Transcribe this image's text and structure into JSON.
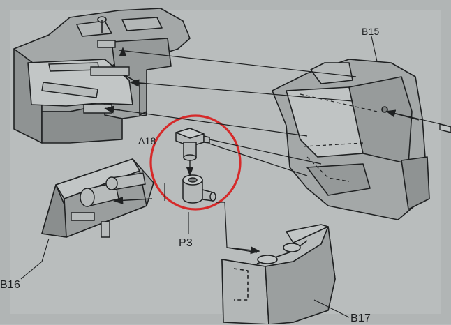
{
  "labels": {
    "b15": "B15",
    "a18": "A18",
    "p3": "P3",
    "b16": "B16",
    "b17": "B17"
  },
  "colors": {
    "paper": "#b9bdbd",
    "part_fill": "#a4a8a8",
    "shade": "#8a8e8e",
    "line": "#1f2122",
    "highlight_circle": "#d62a2a"
  }
}
